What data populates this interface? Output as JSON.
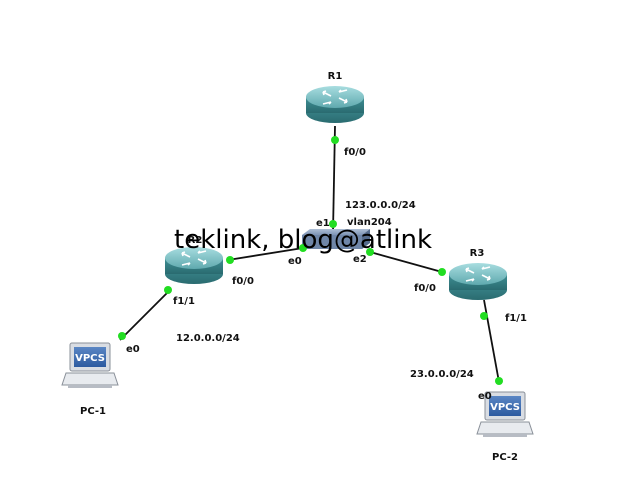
{
  "watermark": "teklink, blog@atlink",
  "devices": {
    "r1": {
      "name": "R1",
      "type": "router"
    },
    "r2": {
      "name": "R2",
      "type": "router"
    },
    "r3": {
      "name": "R3",
      "type": "router"
    },
    "sw": {
      "name": "vlan204",
      "type": "switch"
    },
    "pc1": {
      "name": "PC-1",
      "type": "vpcs",
      "badge": "VPCS"
    },
    "pc2": {
      "name": "PC-2",
      "type": "vpcs",
      "badge": "VPCS"
    }
  },
  "interfaces": {
    "r1_f00": "f0/0",
    "sw_e1": "e1",
    "sw_e0": "e0",
    "sw_e2": "e2",
    "r2_f00": "f0/0",
    "r2_f11": "f1/1",
    "r3_f00": "f0/0",
    "r3_f11": "f1/1",
    "pc1_e0": "e0",
    "pc2_e0": "e0"
  },
  "networks": {
    "net123": "123.0.0.0/24",
    "net12": "12.0.0.0/24",
    "net23": "23.0.0.0/24"
  },
  "colors": {
    "router_body": "#3f8f94",
    "router_top": "#7fc3c7",
    "switch_body": "#6f86a8",
    "link_dot": "#22dd22",
    "link_line": "#111111"
  }
}
